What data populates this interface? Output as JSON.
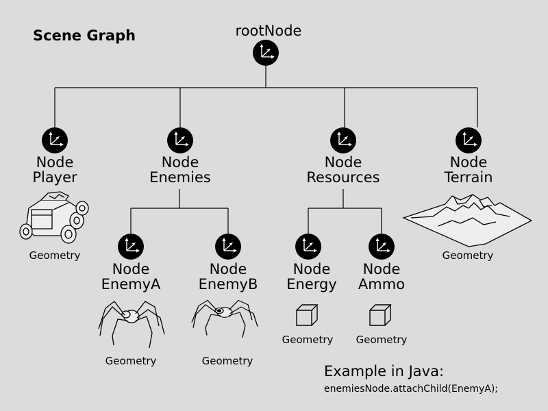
{
  "title": "Scene Graph",
  "root": {
    "label": "rootNode"
  },
  "nodes": {
    "player": {
      "line1": "Node",
      "line2": "Player",
      "geometry": "Geometry"
    },
    "enemies": {
      "line1": "Node",
      "line2": "Enemies"
    },
    "resources": {
      "line1": "Node",
      "line2": "Resources"
    },
    "terrain": {
      "line1": "Node",
      "line2": "Terrain",
      "geometry": "Geometry"
    },
    "enemyA": {
      "line1": "Node",
      "line2": "EnemyA",
      "geometry": "Geometry"
    },
    "enemyB": {
      "line1": "Node",
      "line2": "EnemyB",
      "geometry": "Geometry"
    },
    "energy": {
      "line1": "Node",
      "line2": "Energy",
      "geometry": "Geometry"
    },
    "ammo": {
      "line1": "Node",
      "line2": "Ammo",
      "geometry": "Geometry"
    }
  },
  "example": {
    "title": "Example in Java:",
    "code": "enemiesNode.attachChild(EnemyA);"
  },
  "icons": {
    "node": "node-axes-icon",
    "player_model": "vehicle-model-icon",
    "enemy_model": "spider-model-icon",
    "cube_model": "cube-icon",
    "terrain_model": "terrain-mesh-icon"
  }
}
